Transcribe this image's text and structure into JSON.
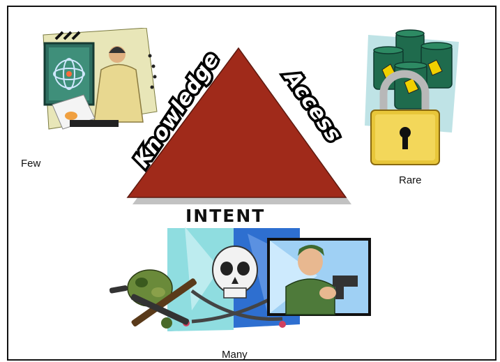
{
  "diagram": {
    "labels": {
      "left_edge": "Knowledge",
      "right_edge": "Access",
      "base": "INTENT",
      "left_note": "Few",
      "right_note": "Rare",
      "bottom_note": "Many"
    },
    "colors": {
      "triangle": "#a02a1a",
      "triangle_shadow": "#8a8a8a",
      "frame": "#111111"
    },
    "clipart": {
      "top_left": "scientist-at-computer-icon",
      "top_right": "radioactive-barrels-padlock-icon",
      "bottom": "skull-crossbones-soldier-weapons-icon"
    }
  }
}
